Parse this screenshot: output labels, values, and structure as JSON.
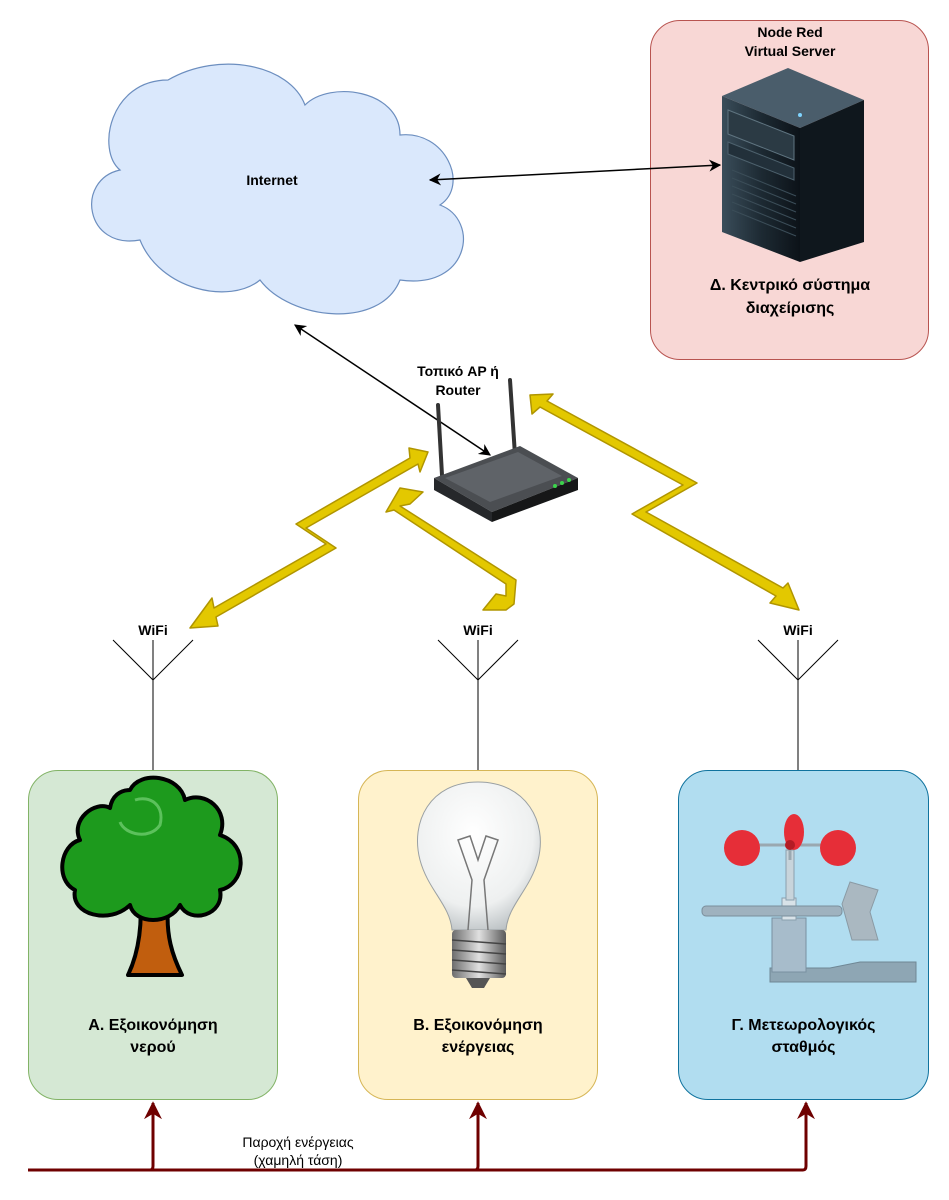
{
  "internet": {
    "label": "Internet"
  },
  "server": {
    "title": "Node Red\nVirtual Server",
    "caption": "Δ. Κεντρικό σύστημα\nδιαχείρισης",
    "fill": "#f8d7d5",
    "stroke": "#b85450"
  },
  "router": {
    "label": "Τοπικό AP ή\nRouter"
  },
  "antennas": [
    {
      "label": "WiFi"
    },
    {
      "label": "WiFi"
    },
    {
      "label": "WiFi"
    }
  ],
  "nodes": [
    {
      "caption": "Α. Εξοικονόμηση\nνερού",
      "fill": "#d5e8d4",
      "stroke": "#82b366",
      "icon": "tree-icon"
    },
    {
      "caption": "Β. Εξοικονόμηση\nενέργειας",
      "fill": "#fff2cc",
      "stroke": "#d6b656",
      "icon": "lightbulb-icon"
    },
    {
      "caption": "Γ. Μετεωρολογικός\nσταθμός",
      "fill": "#b1ddf0",
      "stroke": "#10739e",
      "icon": "anemometer-icon"
    }
  ],
  "power": {
    "label": "Παροχή ενέργειας\n(χαμηλή τάση)",
    "color": "#6f0000"
  },
  "colors": {
    "cloud_fill": "#dae8fc",
    "cloud_stroke": "#6c8ebf",
    "wifi_fill": "#e3c800",
    "wifi_stroke": "#b09500"
  }
}
